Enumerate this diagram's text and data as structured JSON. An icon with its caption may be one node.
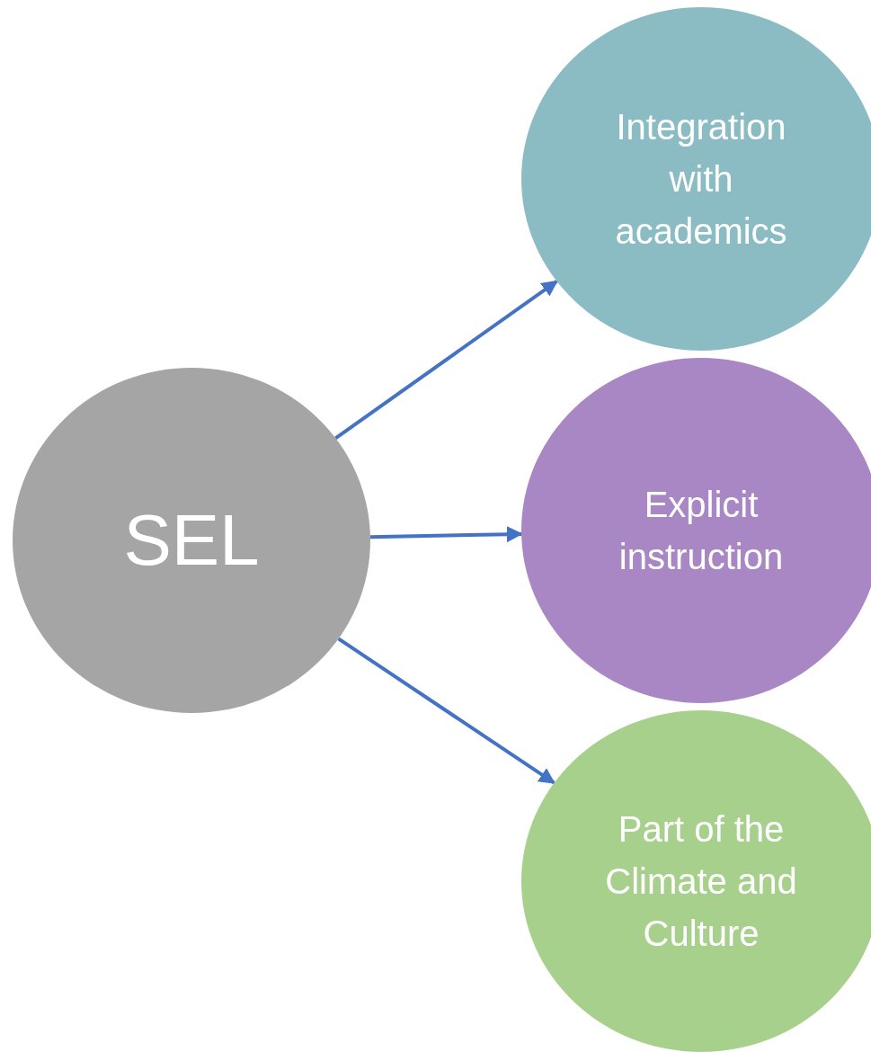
{
  "diagram": {
    "nodes": [
      {
        "text": [
          "SEL"
        ]
      },
      {
        "text": [
          "Integration with academics"
        ]
      },
      {
        "text": [
          "Explicit instruction"
        ]
      },
      {
        "text": [
          "Part of the Climate and Culture"
        ]
      }
    ],
    "edges": [
      {
        "from": 0,
        "to": 1,
        "arrow": "to"
      },
      {
        "from": 0,
        "to": 2,
        "arrow": "to"
      },
      {
        "from": 0,
        "to": 3,
        "arrow": "to"
      }
    ]
  }
}
